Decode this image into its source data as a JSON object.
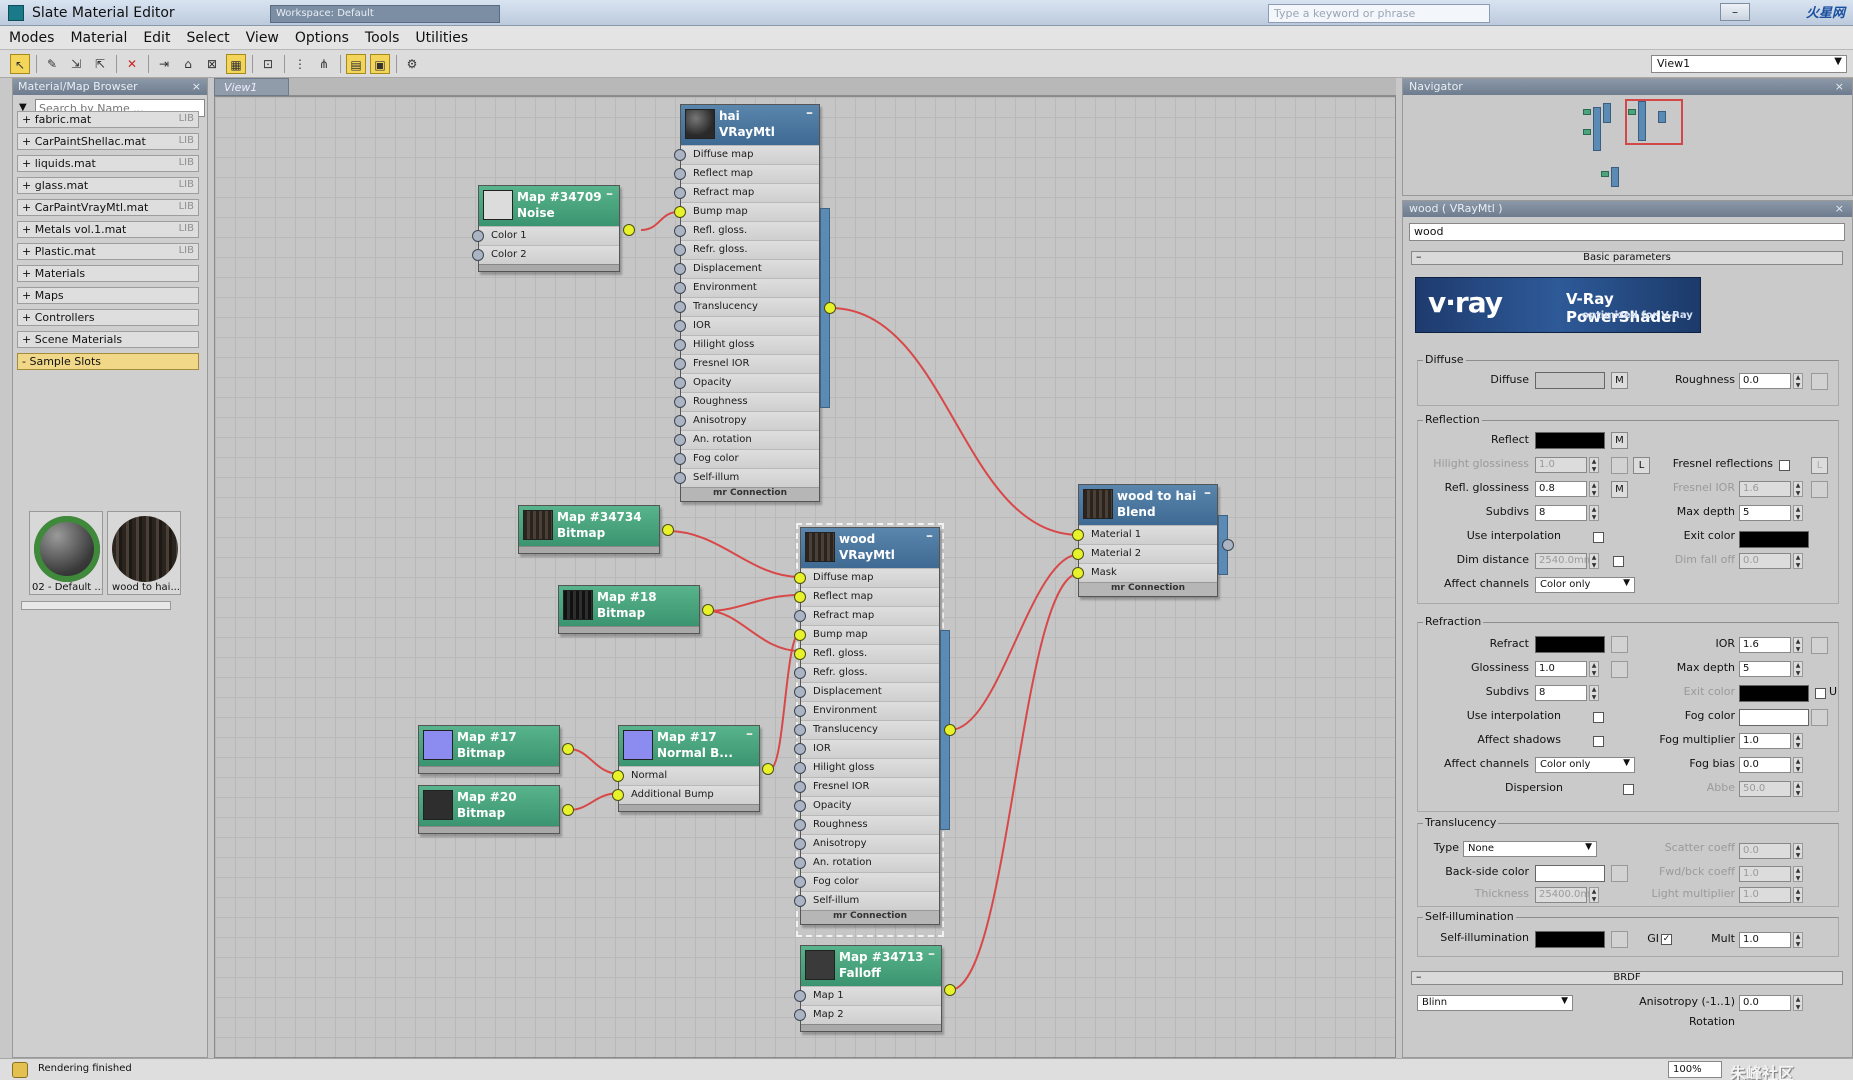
{
  "window": {
    "title": "Slate Material Editor",
    "workspace": "Workspace: Default",
    "search_placeholder": "Type a keyword or phrase",
    "logo": "火星网"
  },
  "menu": [
    "Modes",
    "Material",
    "Edit",
    "Select",
    "View",
    "Options",
    "Tools",
    "Utilities"
  ],
  "view_selector": "View1",
  "browser": {
    "title": "Material/Map Browser",
    "search_placeholder": "Search by Name ...",
    "libraries": [
      {
        "label": "+ fabric.mat",
        "badge": "LIB"
      },
      {
        "label": "+ CarPaintShellac.mat",
        "badge": "LIB"
      },
      {
        "label": "+ liquids.mat",
        "badge": "LIB"
      },
      {
        "label": "+ glass.mat",
        "badge": "LIB"
      },
      {
        "label": "+ CarPaintVrayMtl.mat",
        "badge": "LIB"
      },
      {
        "label": "+ Metals vol.1.mat",
        "badge": "LIB"
      },
      {
        "label": "+ Plastic.mat",
        "badge": "LIB"
      },
      {
        "label": "+ Materials",
        "badge": ""
      },
      {
        "label": "+ Maps",
        "badge": ""
      },
      {
        "label": "+ Controllers",
        "badge": ""
      },
      {
        "label": "+ Scene Materials",
        "badge": ""
      },
      {
        "label": "- Sample Slots",
        "badge": ""
      }
    ],
    "slots": [
      {
        "label": "02 - Default ..."
      },
      {
        "label": "wood to hai..."
      }
    ]
  },
  "view": {
    "tab": "View1"
  },
  "nodes": {
    "hai": {
      "name": "hai",
      "type": "VRayMtl",
      "slots": [
        "Diffuse map",
        "Reflect map",
        "Refract map",
        "Bump map",
        "Refl. gloss.",
        "Refr. gloss.",
        "Displacement",
        "Environment",
        "Translucency",
        "IOR",
        "Hilight gloss",
        "Fresnel IOR",
        "Opacity",
        "Roughness",
        "Anisotropy",
        "An. rotation",
        "Fog color",
        "Self-illum"
      ],
      "footer": "mr Connection"
    },
    "noise": {
      "name": "Map #34709",
      "type": "Noise",
      "slots": [
        "Color 1",
        "Color 2"
      ]
    },
    "bm34734": {
      "name": "Map #34734",
      "type": "Bitmap"
    },
    "bm18": {
      "name": "Map #18",
      "type": "Bitmap"
    },
    "bm17": {
      "name": "Map #17",
      "type": "Bitmap"
    },
    "bm20": {
      "name": "Map #20",
      "type": "Bitmap"
    },
    "normal": {
      "name": "Map #17",
      "type": "Normal B...",
      "slots": [
        "Normal",
        "Additional Bump"
      ]
    },
    "wood": {
      "name": "wood",
      "type": "VRayMtl",
      "slots": [
        "Diffuse map",
        "Reflect map",
        "Refract map",
        "Bump map",
        "Refl. gloss.",
        "Refr. gloss.",
        "Displacement",
        "Environment",
        "Translucency",
        "IOR",
        "Hilight gloss",
        "Fresnel IOR",
        "Opacity",
        "Roughness",
        "Anisotropy",
        "An. rotation",
        "Fog color",
        "Self-illum"
      ],
      "footer": "mr Connection"
    },
    "falloff": {
      "name": "Map #34713",
      "type": "Falloff",
      "slots": [
        "Map 1",
        "Map 2"
      ]
    },
    "blend": {
      "name": "wood to hai",
      "type": "Blend",
      "slots": [
        "Material 1",
        "Material 2",
        "Mask"
      ],
      "footer": "mr Connection"
    }
  },
  "navigator": {
    "title": "Navigator"
  },
  "params": {
    "title": "wood  ( VRayMtl )",
    "name": "wood",
    "rollout": "Basic parameters",
    "banner": {
      "logo": "v·ray",
      "title": "V-Ray PowerShader",
      "subtitle": "optimized for V-Ray"
    },
    "diffuse": {
      "group": "Diffuse",
      "diffuse_label": "Diffuse",
      "roughness_label": "Roughness",
      "roughness": "0.0",
      "m": "M"
    },
    "reflection": {
      "group": "Reflection",
      "reflect": "Reflect",
      "hilight_label": "Hilight glossiness",
      "hilight": "1.0",
      "l": "L",
      "fresnel_label": "Fresnel reflections",
      "refl_gloss_label": "Refl. glossiness",
      "refl_gloss": "0.8",
      "fresnel_ior_label": "Fresnel IOR",
      "fresnel_ior": "1.6",
      "subdivs_label": "Subdivs",
      "subdivs": "8",
      "max_depth_label": "Max depth",
      "max_depth": "5",
      "use_interp": "Use interpolation",
      "exit_color": "Exit color",
      "dim_dist_label": "Dim distance",
      "dim_dist": "2540.0mm",
      "dim_falloff_label": "Dim fall off",
      "dim_falloff": "0.0",
      "affect_label": "Affect channels",
      "affect": "Color only"
    },
    "refraction": {
      "group": "Refraction",
      "refract": "Refract",
      "ior_label": "IOR",
      "ior": "1.6",
      "gloss_label": "Glossiness",
      "gloss": "1.0",
      "max_depth_label": "Max depth",
      "max_depth": "5",
      "subdivs_label": "Subdivs",
      "subdivs": "8",
      "exit_color": "Exit color",
      "u": "U",
      "use_interp": "Use interpolation",
      "fog_color": "Fog color",
      "affect_shadows": "Affect shadows",
      "fog_mult_label": "Fog multiplier",
      "fog_mult": "1.0",
      "affect_label": "Affect channels",
      "affect": "Color only",
      "fog_bias_label": "Fog bias",
      "fog_bias": "0.0",
      "dispersion": "Dispersion",
      "abbe_label": "Abbe",
      "abbe": "50.0"
    },
    "translucency": {
      "group": "Translucency",
      "type_label": "Type",
      "type": "None",
      "scatter_label": "Scatter coeff",
      "scatter": "0.0",
      "back_label": "Back-side color",
      "fwd_label": "Fwd/bck coeff",
      "fwd": "1.0",
      "thick_label": "Thickness",
      "thick": "25400.0mm",
      "light_label": "Light multiplier",
      "light": "1.0"
    },
    "selfillum": {
      "group": "Self-illumination",
      "label": "Self-illumination",
      "gi": "GI",
      "mult_label": "Mult",
      "mult": "1.0"
    },
    "brdf": {
      "rollout": "BRDF",
      "type": "Blinn",
      "aniso_label": "Anisotropy (-1..1)",
      "aniso": "0.0",
      "rotation_label": "Rotation"
    }
  },
  "status": {
    "text": "Rendering finished",
    "zoom": "100%",
    "watermark": "朱峰社区"
  },
  "colors": {
    "map_node": "#4ca47e",
    "mat_node": "#4a77a0",
    "wire": "#d94848",
    "socket_live": "#e7f22a"
  }
}
